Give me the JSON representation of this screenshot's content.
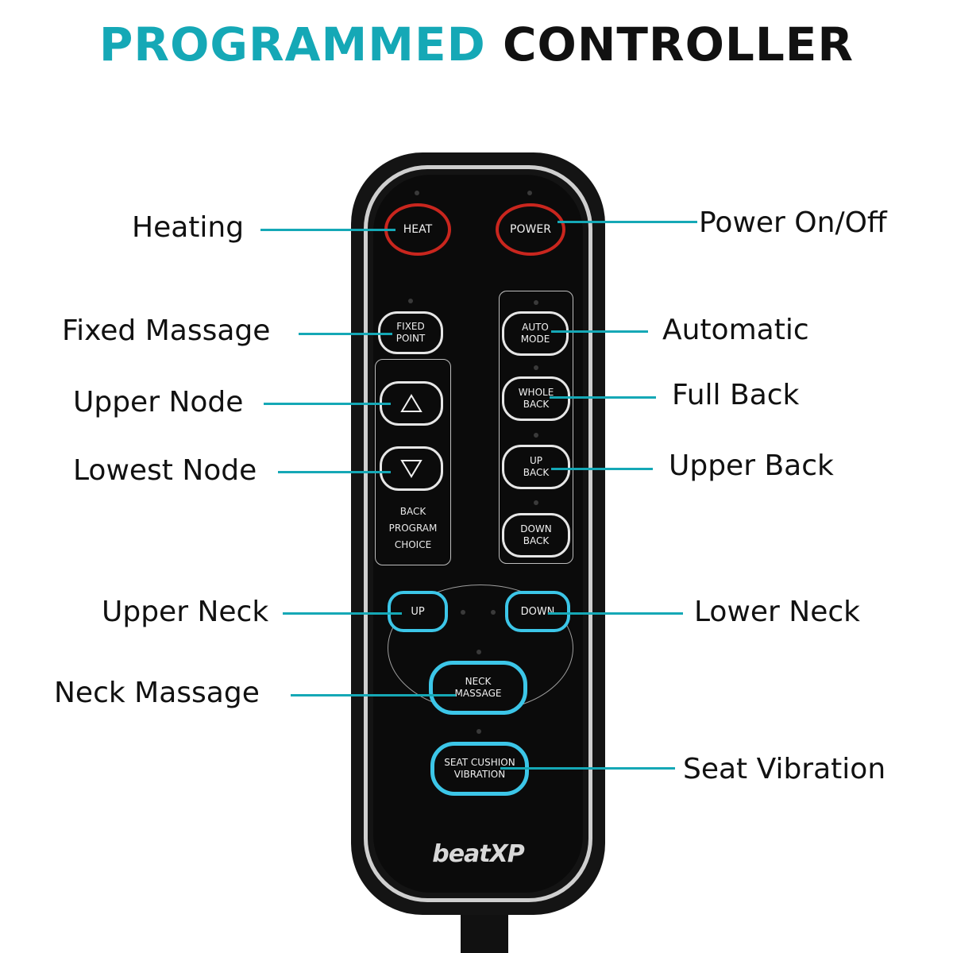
{
  "title": {
    "accent": "PROGRAMMED",
    "main": "CONTROLLER"
  },
  "colors": {
    "accent": "#15a8b6",
    "heat_power_ring": "#c9261e",
    "neck_ring": "#3cc6e8",
    "body": "#141414"
  },
  "remote": {
    "brand": "beatXP",
    "buttons": {
      "heat": "HEAT",
      "power": "POWER",
      "fixed_point": [
        "FIXED",
        "POINT"
      ],
      "auto_mode": [
        "AUTO",
        "MODE"
      ],
      "whole_back": [
        "WHOLE",
        "BACK"
      ],
      "up_back": [
        "UP",
        "BACK"
      ],
      "down_back": [
        "DOWN",
        "BACK"
      ],
      "neck_up": "UP",
      "neck_down": "DOWN",
      "neck_massage": [
        "NECK",
        "MASSAGE"
      ],
      "seat_vibration": [
        "SEAT CUSHION",
        "VIBRATION"
      ]
    },
    "group_caption": [
      "BACK",
      "PROGRAM",
      "CHOICE"
    ]
  },
  "callouts": {
    "heating": "Heating",
    "power": "Power On/Off",
    "fixed_massage": "Fixed Massage",
    "automatic": "Automatic",
    "upper_node": "Upper Node",
    "full_back": "Full Back",
    "lowest_node": "Lowest Node",
    "upper_back": "Upper Back",
    "upper_neck": "Upper Neck",
    "lower_neck": "Lower Neck",
    "neck_massage": "Neck Massage",
    "seat_vibration": "Seat Vibration"
  }
}
